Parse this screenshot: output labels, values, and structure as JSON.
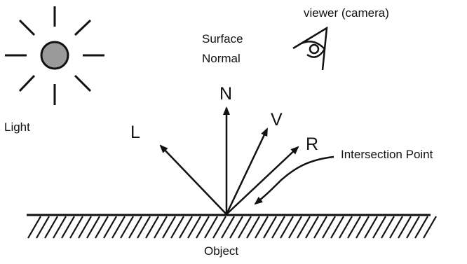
{
  "labels": {
    "light": "Light",
    "surface_normal_line1": "Surface",
    "surface_normal_line2": "Normal",
    "viewer": "viewer (camera)",
    "n": "N",
    "l": "L",
    "v": "V",
    "r": "R",
    "intersection_point": "Intersection Point",
    "object": "Object"
  },
  "colors": {
    "ink": "#111111",
    "sun_fill": "#9a9a9a",
    "background": "#ffffff"
  }
}
